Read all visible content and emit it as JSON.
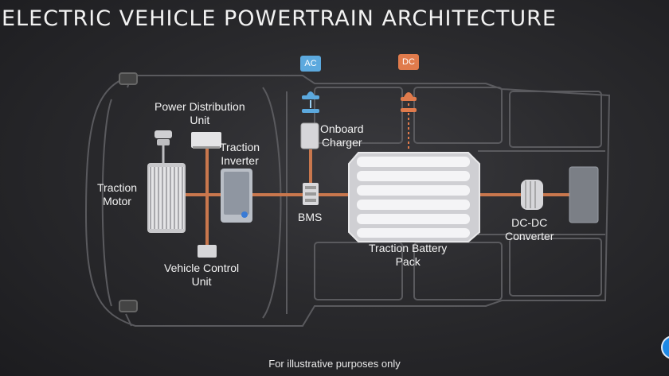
{
  "title": "ELECTRIC VEHICLE POWERTRAIN ARCHITECTURE",
  "tags": {
    "ac": "AC",
    "dc": "DC"
  },
  "labels": {
    "power_distribution_unit": "Power Distribution\nUnit",
    "traction_inverter": "Traction\nInverter",
    "onboard_charger": "Onboard\nCharger",
    "traction_motor": "Traction\nMotor",
    "bms": "BMS",
    "traction_battery_pack": "Traction Battery\nPack",
    "dc_dc_converter": "DC-DC\nConverter",
    "vehicle_control_unit": "Vehicle Control\nUnit"
  },
  "footnote": "For illustrative purposes only",
  "colors": {
    "ac": "#5ca9de",
    "dc": "#e07b4c",
    "busbar": "#c9774d"
  },
  "icons": {
    "help_button": "chat-help-icon"
  }
}
